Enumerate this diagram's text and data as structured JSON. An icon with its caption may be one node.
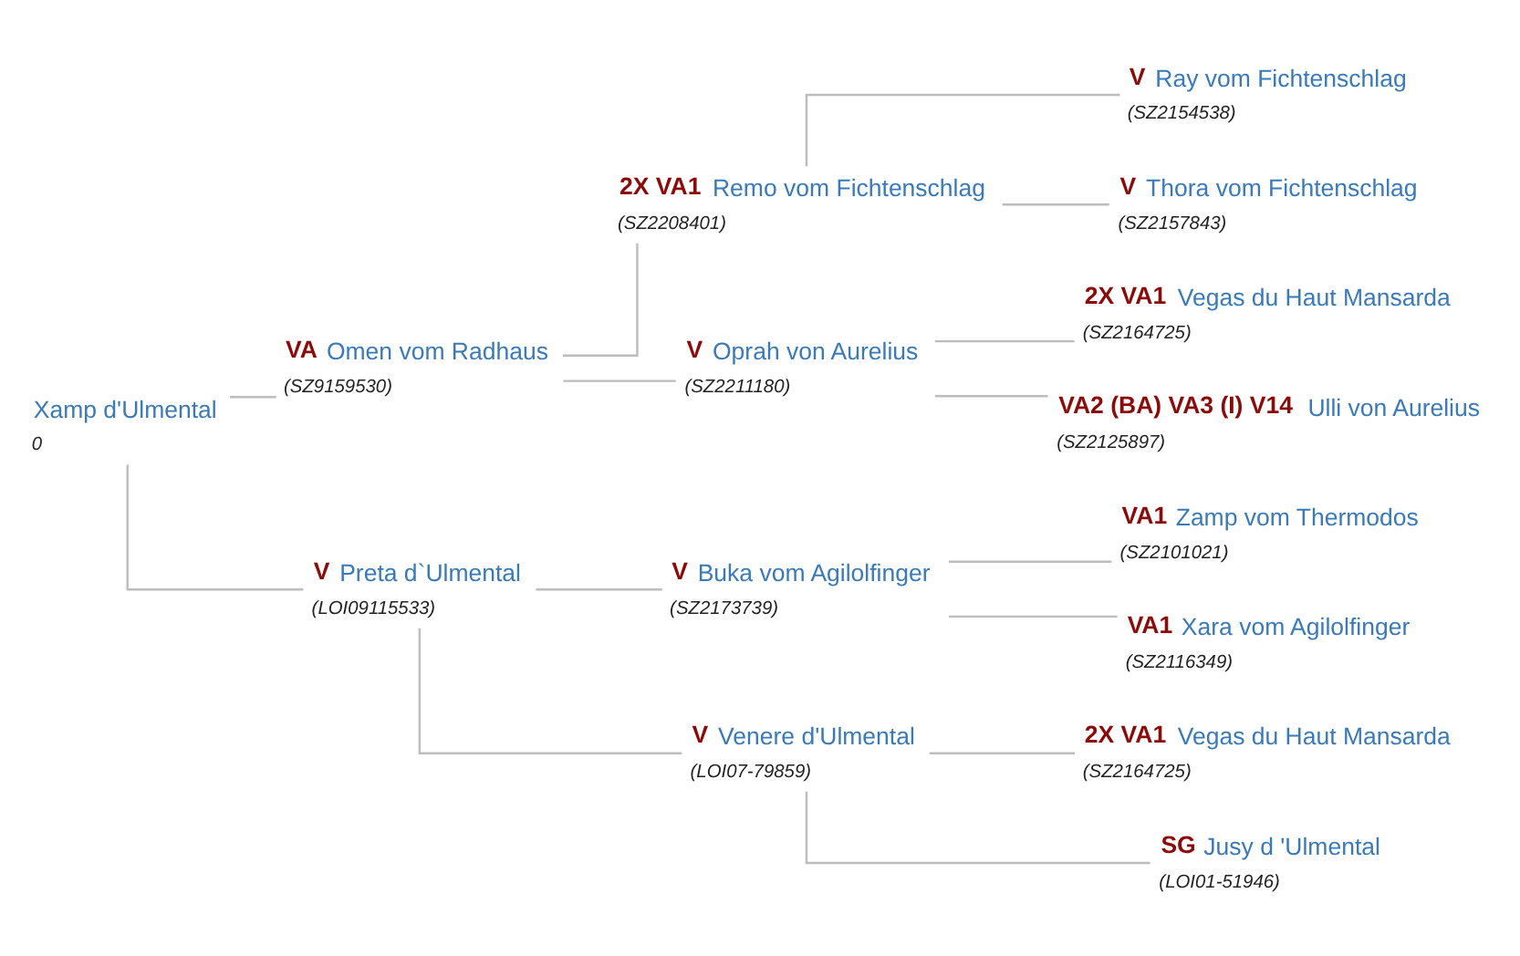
{
  "diagram": {
    "nodes": [
      {
        "text": [
          "Xamp d'Ulmental",
          "0"
        ]
      },
      {
        "text": [
          "VA",
          "Omen vom Radhaus",
          "(SZ9159530)"
        ]
      },
      {
        "text": [
          "V",
          "Preta d`Ulmental",
          "(LOI09115533)"
        ]
      },
      {
        "text": [
          "2X VA1",
          "Remo vom Fichtenschlag",
          "(SZ2208401)"
        ]
      },
      {
        "text": [
          "V",
          "Oprah von Aurelius",
          "(SZ2211180)"
        ]
      },
      {
        "text": [
          "V",
          "Buka vom Agilolfinger",
          "(SZ2173739)"
        ]
      },
      {
        "text": [
          "V",
          "Venere d'Ulmental",
          "(LOI07-79859)"
        ]
      },
      {
        "text": [
          "V",
          "Ray vom Fichtenschlag",
          "(SZ2154538)"
        ]
      },
      {
        "text": [
          "V",
          "Thora vom Fichtenschlag",
          "(SZ2157843)"
        ]
      },
      {
        "text": [
          "2X VA1",
          "Vegas du Haut Mansarda",
          "(SZ2164725)"
        ]
      },
      {
        "text": [
          "VA2 (BA) VA3 (I) V14",
          "Ulli von Aurelius",
          "(SZ2125897)"
        ]
      },
      {
        "text": [
          "VA1",
          "Zamp vom Thermodos",
          "(SZ2101021)"
        ]
      },
      {
        "text": [
          "VA1",
          "Xara vom Agilolfinger",
          "(SZ2116349)"
        ]
      },
      {
        "text": [
          "2X VA1",
          "Vegas du Haut Mansarda",
          "(SZ2164725)"
        ]
      },
      {
        "text": [
          "SG",
          "Jusy d 'Ulmental",
          "(LOI01-51946)"
        ]
      }
    ],
    "edges": [
      {
        "from": 0,
        "to": 1,
        "arrow": "none"
      },
      {
        "from": 0,
        "to": 2,
        "arrow": "none"
      },
      {
        "from": 1,
        "to": 3,
        "arrow": "none"
      },
      {
        "from": 1,
        "to": 4,
        "arrow": "none"
      },
      {
        "from": 2,
        "to": 5,
        "arrow": "none"
      },
      {
        "from": 2,
        "to": 6,
        "arrow": "none"
      },
      {
        "from": 3,
        "to": 7,
        "arrow": "none"
      },
      {
        "from": 3,
        "to": 8,
        "arrow": "none"
      },
      {
        "from": 4,
        "to": 9,
        "arrow": "none"
      },
      {
        "from": 4,
        "to": 10,
        "arrow": "none"
      },
      {
        "from": 5,
        "to": 11,
        "arrow": "none"
      },
      {
        "from": 5,
        "to": 12,
        "arrow": "none"
      },
      {
        "from": 6,
        "to": 13,
        "arrow": "none"
      },
      {
        "from": 6,
        "to": 14,
        "arrow": "none"
      }
    ]
  }
}
